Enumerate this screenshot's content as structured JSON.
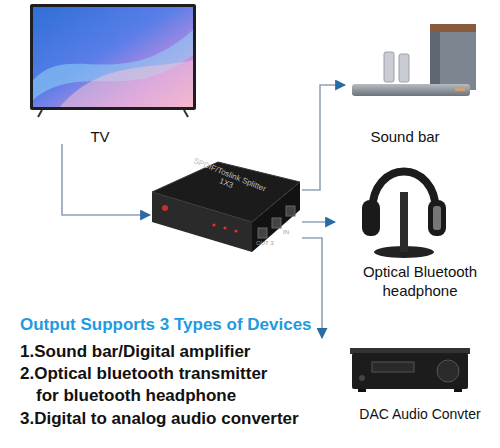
{
  "diagram": {
    "nodes": [
      {
        "text": [
          "TV"
        ]
      },
      {
        "text": [
          "SPDIF/Toslink Splitter 1X3"
        ]
      },
      {
        "text": [
          "Sound bar"
        ]
      },
      {
        "text": [
          "Optical Bluetooth headphone"
        ]
      },
      {
        "text": [
          "DAC Audio Convter"
        ]
      }
    ],
    "edges": [
      {
        "from": 0,
        "to": 1,
        "arrow": "to"
      },
      {
        "from": 1,
        "to": 2,
        "arrow": "to"
      },
      {
        "from": 1,
        "to": 3,
        "arrow": "to"
      },
      {
        "from": 1,
        "to": 4,
        "arrow": "to"
      }
    ],
    "labels": [
      "Output Supports 3 Types of Devices",
      "1.Sound bar/Digital amplifier",
      "2.Optical bluetooth transmitter for bluetooth headphone",
      "3.Digital to analog audio converter",
      "OUT 3",
      "IN"
    ]
  }
}
